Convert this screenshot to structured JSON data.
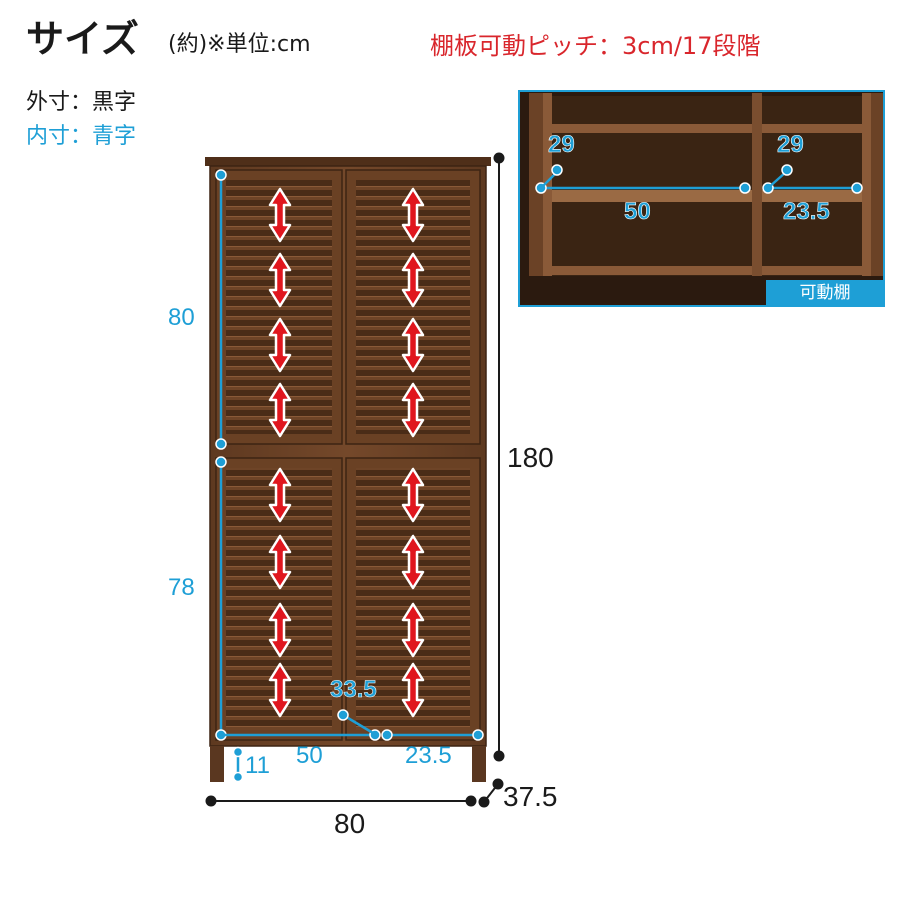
{
  "header": {
    "title": "サイズ",
    "unit_note": "(約)※単位:cm",
    "shelf_pitch": "棚板可動ピッチ：3cm/17段階"
  },
  "legend": {
    "outer": "外寸：黒字",
    "inner": "内寸：青字"
  },
  "outer_dimensions": {
    "height": "180",
    "width": "80",
    "depth": "37.5"
  },
  "inner_dimensions": {
    "upper_height": "80",
    "lower_height": "78",
    "bottom_width_left": "50",
    "bottom_width_right": "23.5",
    "bottom_depth": "33.5",
    "foot_height": "11"
  },
  "inset": {
    "label": "可動棚",
    "left_depth": "29",
    "right_depth": "29",
    "left_width": "50",
    "right_width": "23.5"
  },
  "colors": {
    "wood": "#6b4226",
    "wood_dark": "#4a2c17",
    "inner_dim": "#1e9fd6",
    "arrow": "#e0161e",
    "pitch_text": "#d9262c"
  },
  "icons": {
    "door_arrow": "double-vertical-arrow-icon"
  }
}
